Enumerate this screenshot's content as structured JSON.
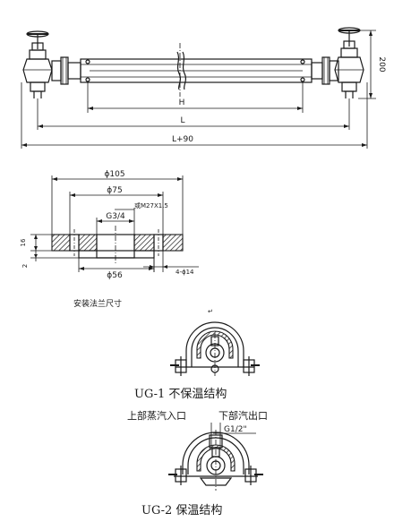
{
  "top_view": {
    "dim_height": "200",
    "dim_h": "H",
    "dim_l": "L",
    "dim_l90": "L+90"
  },
  "flange": {
    "dim_outer": "ϕ105",
    "dim_bolt": "ϕ75",
    "dim_alt_thread": "或M27X1.5",
    "dim_thread": "G3/4",
    "dim_thickness": "16",
    "dim_step": "2",
    "dim_inner": "ϕ56",
    "dim_holes": "4-ϕ14",
    "caption": "安装法兰尺寸"
  },
  "return_mark": "↵",
  "ug1": {
    "caption": "UG-1 不保温结构"
  },
  "ug2": {
    "label_inlet": "上部蒸汽入口",
    "label_outlet": "下部汽出口",
    "label_thread": "G1/2\"",
    "caption": "UG-2 保温结构"
  }
}
